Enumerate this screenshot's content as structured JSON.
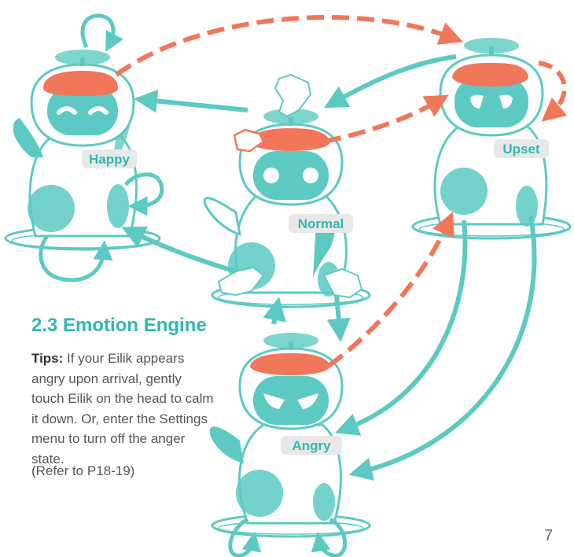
{
  "section": {
    "title": "2.3 Emotion Engine"
  },
  "tips": {
    "label": "Tips:",
    "text": " If your Eilik appears angry upon arrival, gently touch Eilik on the head to calm it down. Or, enter the Settings menu to turn off the anger state.",
    "reference": "(Refer to P18-19)"
  },
  "states": {
    "happy": "Happy",
    "normal": "Normal",
    "upset": "Upset",
    "angry": "Angry"
  },
  "page": {
    "number": "7"
  },
  "colors": {
    "teal": "#5ccac3",
    "teal_dark": "#3fb8b1",
    "coral": "#f0775a",
    "label_bg": "#e8e8e8"
  }
}
